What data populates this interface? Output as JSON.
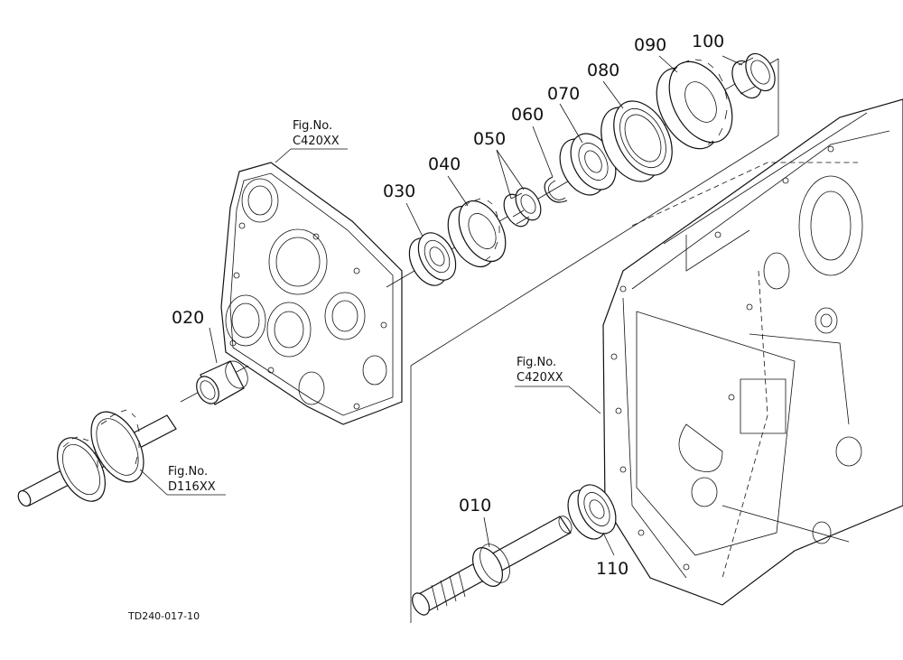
{
  "part_labels": {
    "p010": "010",
    "p020": "020",
    "p030": "030",
    "p040": "040",
    "p050": "050",
    "p060": "060",
    "p070": "070",
    "p080": "080",
    "p090": "090",
    "p100": "100",
    "p110": "110"
  },
  "figure_refs": {
    "top": {
      "line1": "Fig.No.",
      "line2": "C420XX"
    },
    "right": {
      "line1": "Fig.No.",
      "line2": "C420XX"
    },
    "left": {
      "line1": "Fig.No.",
      "line2": "D116XX"
    }
  },
  "drawing_id": "TD240-017-10"
}
